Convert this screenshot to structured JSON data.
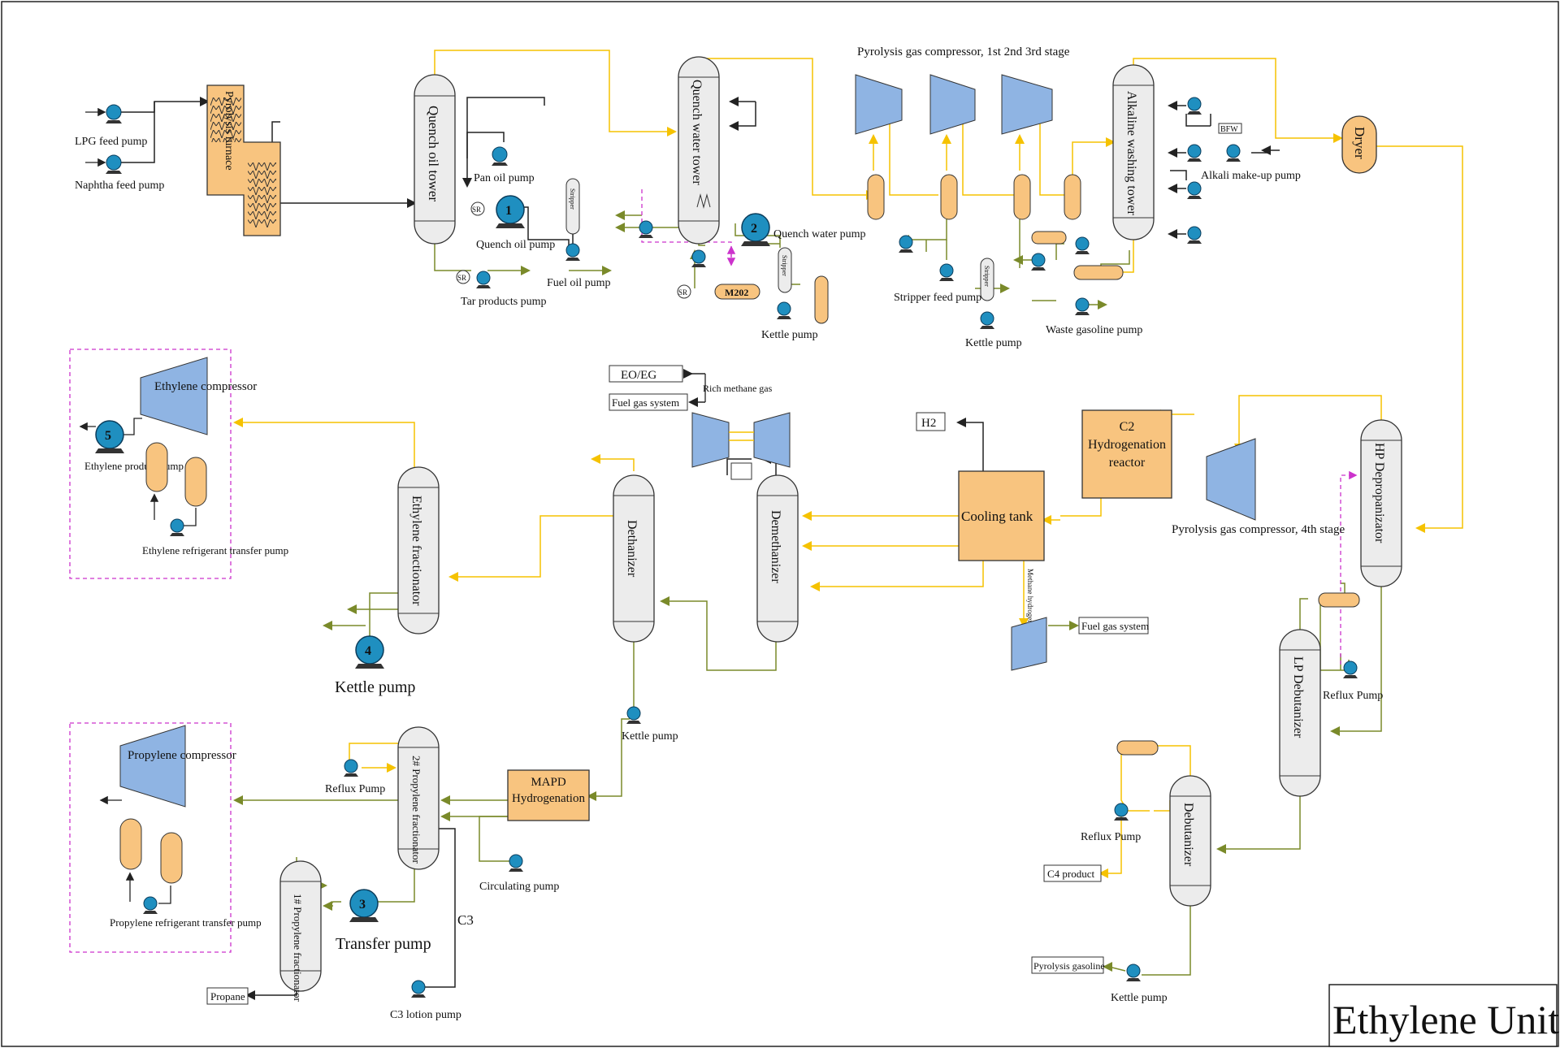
{
  "title": "Ethylene Unit",
  "colors": {
    "furnace": "#f8c47f",
    "compressor": "#8fb4e3",
    "pump": "#1f8fc0",
    "vessel": "#ececec",
    "flow_gas": "#f5c200",
    "flow_liquid": "#7a8a2a",
    "flow_utility": "#222222",
    "control": "#cc33cc"
  },
  "labels": {
    "lpg_feed_pump": "LPG feed pump",
    "naphtha_feed_pump": "Naphtha feed pump",
    "pyrolysis_furnace": "Pyrolysis furnace",
    "quench_oil_tower": "Quench oil tower",
    "pan_oil_pump": "Pan oil pump",
    "quench_oil_pump": "Quench oil pump",
    "tar_products_pump": "Tar products pump",
    "fuel_oil_pump": "Fuel oil pump",
    "stripper": "Stripper",
    "quench_water_tower": "Quench water tower",
    "quench_water_pump": "Quench water pump",
    "m202": "M202",
    "kettle_pump_1": "Kettle pump",
    "compressor_123": "Pyrolysis gas compressor, 1st 2nd 3rd stage",
    "stripper_feed_pump": "Stripper feed pump",
    "kettle_pump_2": "Kettle pump",
    "waste_gasoline_pump": "Waste gasoline pump",
    "alkaline_washing_tower": "Alkaline washing tower",
    "bfw": "BFW",
    "alkali_makeup_pump": "Alkali make-up pump",
    "dryer": "Dryer",
    "ethylene_compressor": "Ethylene compressor",
    "ethylene_product_pump": "Ethylene product pump",
    "ethylene_refrigerant_pump": "Ethylene refrigerant transfer pump",
    "ethylene_fractionator": "Ethylene fractionator",
    "kettle_pump_4": "Kettle pump",
    "eo_eg": "EO/EG",
    "fuel_gas_system_1": "Fuel gas system",
    "rich_methane_gas": "Rich methane  gas",
    "dethanizer": "Dethanizer",
    "demethanizer": "Demethanizer",
    "h2": "H2",
    "c2_hydrogenation_reactor": "C2 Hydrogenation reactor",
    "cooling_tank": "Cooling tank",
    "methane_hydrogen": "Methane hydrogen",
    "fuel_gas_system_2": "Fuel gas system",
    "compressor_4th": "Pyrolysis gas compressor, 4th stage",
    "hp_depropanizator": "HP Depropanizator",
    "reflux_pump_lp": "Reflux Pump",
    "lp_debutanizer": "LP Debutanizer",
    "kettle_pump_deth": "Kettle pump",
    "propylene_compressor": "Propylene compressor",
    "propylene_refrigerant_pump": "Propylene refrigerant transfer pump",
    "reflux_pump_2p": "Reflux Pump",
    "propylene_fractionator_2": "2# Propylene fractionator",
    "mapd_hydrogenation": "MAPD Hydrogenation",
    "circulating_pump": "Circulating pump",
    "propylene_fractionator_1": "1# Propylene fractionator",
    "transfer_pump": "Transfer pump",
    "c3": "C3",
    "propane": "Propane",
    "c3_lotion_pump": "C3 lotion pump",
    "reflux_pump_debut": "Reflux Pump",
    "debutanizer": "Debutanizer",
    "c4_product": "C4 product",
    "pyrolysis_gasoline": "Pyrolysis gasoline",
    "kettle_pump_debut": "Kettle pump",
    "sr": "SR",
    "pump_num_1": "1",
    "pump_num_2": "2",
    "pump_num_3": "3",
    "pump_num_4": "4",
    "pump_num_5": "5"
  }
}
